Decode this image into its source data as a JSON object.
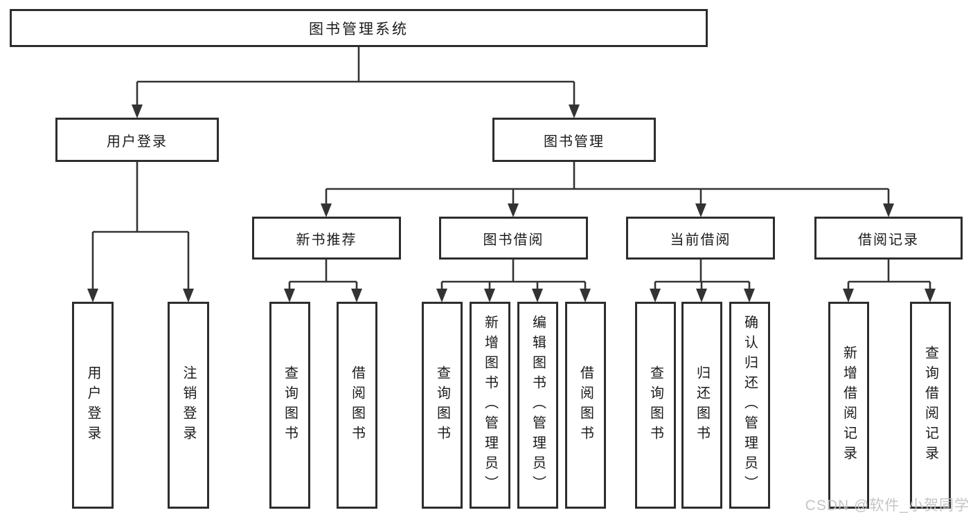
{
  "nodes": {
    "root": "图书管理系统",
    "level2": [
      "用户登录",
      "图书管理"
    ],
    "level3": [
      "新书推荐",
      "图书借阅",
      "当前借阅",
      "借阅记录"
    ],
    "leaves": {
      "login": [
        "用户登录",
        "注销登录"
      ],
      "recommend": [
        "查询图书",
        "借阅图书"
      ],
      "borrow": [
        "查询图书",
        "新增图书（管理员）",
        "编辑图书（管理员）",
        "借阅图书"
      ],
      "current": [
        "查询图书",
        "归还图书",
        "确认归还（管理员）"
      ],
      "record": [
        "新增借阅记录",
        "查询借阅记录"
      ]
    }
  },
  "watermark": {
    "text": "CSDN @软件_小贺同学",
    "color": "#c1c1c1"
  },
  "colors": {
    "background": "#ffffff",
    "line": "#333333",
    "box_border": "#2d2d2d",
    "text": "#1b1b1b"
  }
}
